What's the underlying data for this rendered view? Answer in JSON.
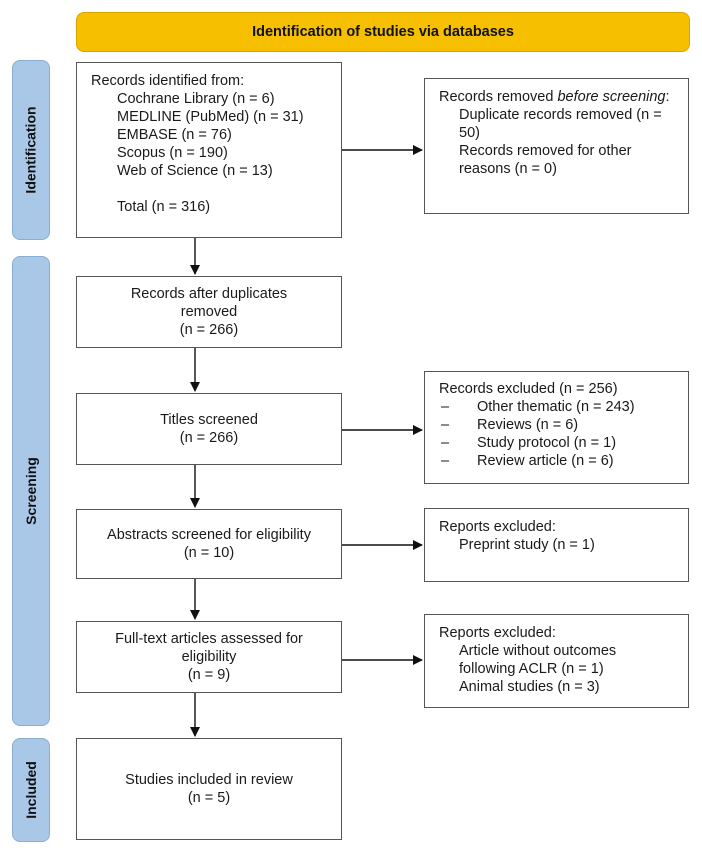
{
  "header": {
    "title": "Identification of studies via databases"
  },
  "phases": {
    "identification": "Identification",
    "screening": "Screening",
    "included": "Included"
  },
  "records_identified": {
    "heading": "Records identified from:",
    "sources": [
      "Cochrane Library (n = 6)",
      "MEDLINE (PubMed) (n = 31)",
      "EMBASE (n = 76)",
      "Scopus (n = 190)",
      "Web of Science (n = 13)"
    ],
    "total": "Total (n = 316)"
  },
  "records_removed": {
    "heading_prefix": "Records removed ",
    "heading_italic": "before screening",
    "heading_suffix": ":",
    "items": [
      "Duplicate records removed (n = 50)",
      "Records removed for other reasons (n = 0)"
    ]
  },
  "after_duplicates": {
    "line1": "Records after duplicates",
    "line2": "removed",
    "line3": "(n = 266)"
  },
  "titles_screened": {
    "line1": "Titles screened",
    "line2": "(n = 266)"
  },
  "records_excluded": {
    "heading": "Records excluded (n = 256)",
    "items": [
      "Other thematic (n = 243)",
      "Reviews (n = 6)",
      "Study protocol (n = 1)",
      "Review article (n = 6)"
    ],
    "bullet": "–"
  },
  "abstracts_screened": {
    "line1": "Abstracts screened for eligibility",
    "line2": "(n = 10)"
  },
  "reports_excluded_1": {
    "heading": "Reports excluded:",
    "items": [
      "Preprint study (n = 1)"
    ]
  },
  "fulltext_assessed": {
    "line1": "Full-text articles assessed for",
    "line2": "eligibility",
    "line3": "(n = 9)"
  },
  "reports_excluded_2": {
    "heading": "Reports excluded:",
    "items": [
      "Article without outcomes",
      "following ACLR (n = 1)",
      "Animal studies (n = 3)"
    ]
  },
  "included_studies": {
    "line1": "Studies included in review",
    "line2": "(n = 5)"
  }
}
